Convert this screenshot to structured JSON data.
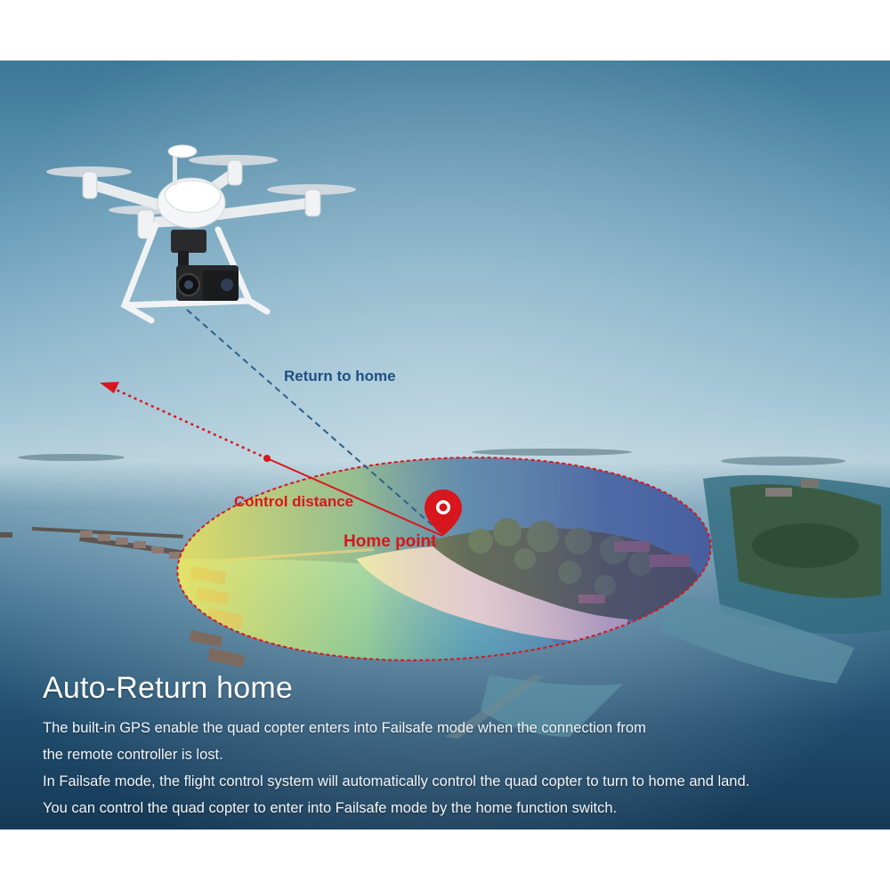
{
  "labels": {
    "return_to_home": "Return to home",
    "control_distance": "Control distance",
    "home_point": "Home point"
  },
  "caption": {
    "title": "Auto-Return home",
    "lines": [
      "The built-in GPS enable the quad copter enters into Failsafe mode when the connection from",
      "the remote controller is lost.",
      "In Failsafe mode, the flight control system will automatically control the quad copter to turn to home and land.",
      "You can control the quad copter to enter into Failsafe mode by the home function switch."
    ]
  },
  "colors": {
    "accent_red": "#d8161d",
    "return_line_blue": "#2c5f8a",
    "return_label_blue": "#1e4f82",
    "caption_text": "#ffffff"
  },
  "icons": {
    "drone": "quadcopter-drone-with-camera",
    "home_marker": "map-pin-icon"
  }
}
